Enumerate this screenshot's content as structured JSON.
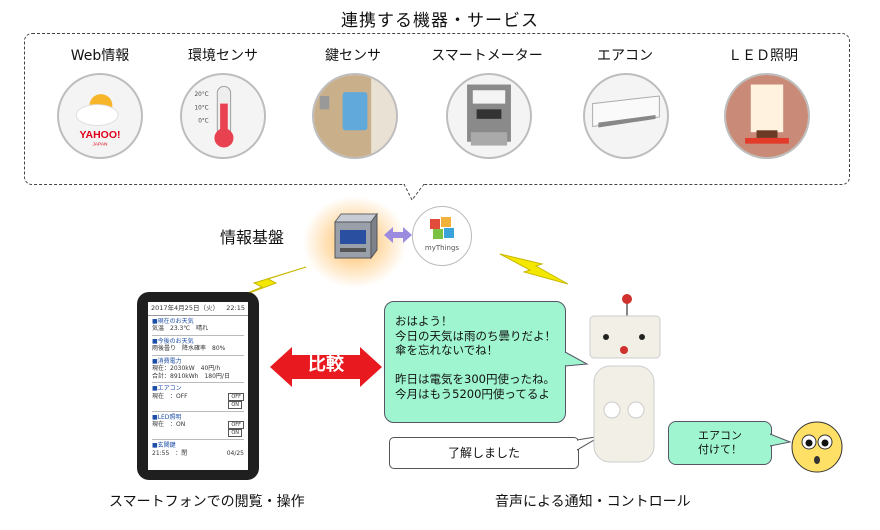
{
  "title": "連携する機器・サービス",
  "devices": [
    {
      "label": "Web情報",
      "icon": "yahoo-weather-icon",
      "logo_text": "YAHOO!",
      "logo_sub": "JAPAN"
    },
    {
      "label": "環境センサ",
      "icon": "thermometer-icon",
      "scale": [
        "20°C",
        "10°C",
        "0°C"
      ]
    },
    {
      "label": "鍵センサ",
      "icon": "door-lock-sensor-icon"
    },
    {
      "label": "スマートメーター",
      "icon": "smart-meter-icon"
    },
    {
      "label": "エアコン",
      "icon": "air-conditioner-icon"
    },
    {
      "label": "ＬＥＤ照明",
      "icon": "led-lamp-icon"
    }
  ],
  "hub": {
    "label": "情報基盤",
    "icon": "server-icon",
    "service_logo": "myThings"
  },
  "phone": {
    "header_date": "2017年4月25日（火）",
    "header_time": "22:15",
    "weather_now_title": "■現在のお天気",
    "weather_now_line": "気温　23.3℃　晴れ",
    "weather_future_title": "■今後のお天気",
    "weather_future_line": "雨後曇り　降水確率　80%",
    "power_title": "■消費電力",
    "power_line1": "現在：2030kW　40円/h",
    "power_line2": "合計：8910kWh　180円/日",
    "ac_title": "■エアコン",
    "ac_line": "現在　：OFF",
    "led_title": "■LED照明",
    "led_line": "現在　：ON",
    "door_title": "■玄関鍵",
    "door_line": "21:55　：閉",
    "door_date": "04/25",
    "btn_off": "OFF",
    "btn_on": "ON"
  },
  "compare": {
    "label": "比較",
    "color": "#e8191f"
  },
  "robot_message": "おはよう！\n今日の天気は雨のち曇りだよ！\n傘を忘れないでね！\n\n昨日は電気を300円使ったね。\n今月はもう5200円使ってるよ",
  "reply": "了解しました",
  "user_request": "エアコン\n付けて！",
  "captions": {
    "left": "スマートフォンでの閲覧・操作",
    "right": "音声による通知・コントロール"
  },
  "colors": {
    "bubble": "#9ff5cf",
    "lightning": "#f5e800",
    "hub_glow": "#ffb347",
    "face": "#ffe066"
  }
}
